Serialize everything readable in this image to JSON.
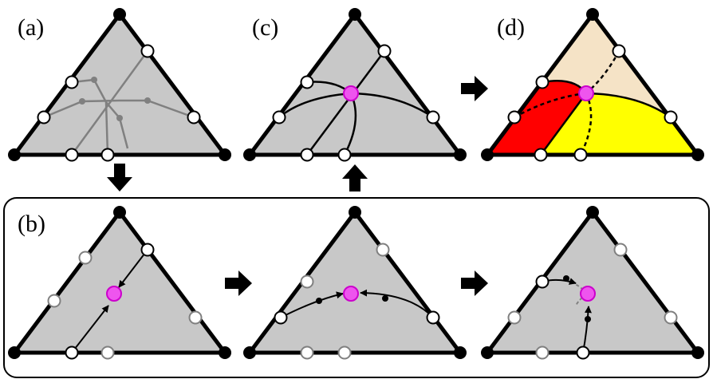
{
  "figure": {
    "labels": {
      "a": "(a)",
      "b": "(b)",
      "c": "(c)",
      "d": "(d)"
    }
  },
  "colors": {
    "triangle_fill": "#c8c8c8",
    "edge": "#000000",
    "skeleton_gray": "#808080",
    "junction": "#ee55ee",
    "junction_stroke": "#cc00cc",
    "region_red": "#ff0000",
    "region_yellow": "#ffff00",
    "region_beige": "#f5e3c6",
    "box_stroke": "#000000"
  },
  "icons": {
    "step_arrow": "arrow-right-icon",
    "down_arrow": "arrow-down-icon",
    "up_arrow": "arrow-up-icon"
  }
}
